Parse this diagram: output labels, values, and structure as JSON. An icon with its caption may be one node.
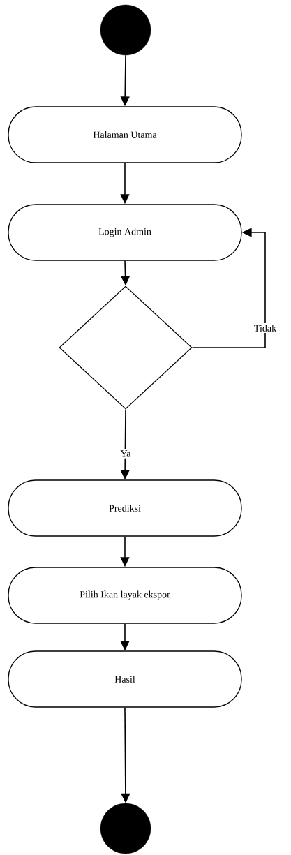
{
  "diagram": {
    "nodes": [
      {
        "text": [],
        "shape": "circle"
      },
      {
        "text": [
          "Halaman Utama"
        ]
      },
      {
        "text": [
          "Login Admin"
        ]
      },
      {
        "text": [],
        "shape": "diamond"
      },
      {
        "text": [
          "Prediksi"
        ]
      },
      {
        "text": [
          "Pilih Ikan layak ekspor"
        ]
      },
      {
        "text": [
          "Hasil"
        ]
      },
      {
        "text": [],
        "shape": "circle"
      }
    ],
    "edges": [
      {
        "from": 0,
        "to": 1,
        "arrow": "to"
      },
      {
        "from": 1,
        "to": 2,
        "arrow": "to"
      },
      {
        "from": 2,
        "to": 3,
        "arrow": "to"
      },
      {
        "from": 3,
        "to": 2,
        "arrow": "to",
        "label": "Tidak"
      },
      {
        "from": 3,
        "to": 4,
        "arrow": "to",
        "label": "Ya"
      },
      {
        "from": 4,
        "to": 5,
        "arrow": "to"
      },
      {
        "from": 5,
        "to": 6,
        "arrow": "to"
      },
      {
        "from": 6,
        "to": 7,
        "arrow": "to"
      }
    ]
  }
}
